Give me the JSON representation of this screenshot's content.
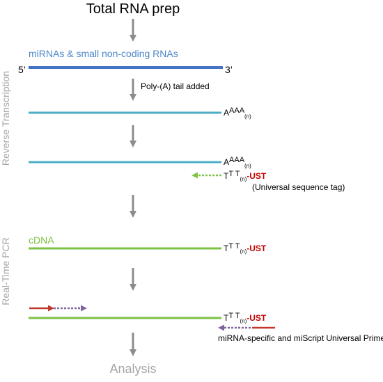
{
  "diagram": {
    "title": "Total RNA prep",
    "footer": "Analysis",
    "side_labels": {
      "reverse_transcription": "Reverse Transcription",
      "realtime_pcr": "Real-Time PCR"
    },
    "strand1": {
      "label": "miRNAs & small non-coding RNAs",
      "end5": "5’",
      "end3": "3’"
    },
    "step_poly_a": "Poly-(A) tail added",
    "tail_a": {
      "big": "A",
      "small": "AAA",
      "sub": "(n)"
    },
    "tail_t": {
      "big": "T",
      "small": "T T",
      "sub": "(n)",
      "tag": "-UST"
    },
    "ust_note": "(Universal sequence tag)",
    "cdna_label": "cDNA",
    "primer_note": "miRNA-specific and miScript Universal Primer",
    "colors": {
      "arrow_gray": "#8c8c8c",
      "rna_blue": "#4472c4",
      "rt_blue": "#4bacc6",
      "cdna_green": "#7dc243",
      "primer_green": "#7dc243",
      "primer_red": "#c0392b",
      "primer_purple": "#8064a2",
      "label_blue": "#4a86c8",
      "side_gray": "#a6a6a6",
      "ust_red": "#c00000"
    }
  }
}
